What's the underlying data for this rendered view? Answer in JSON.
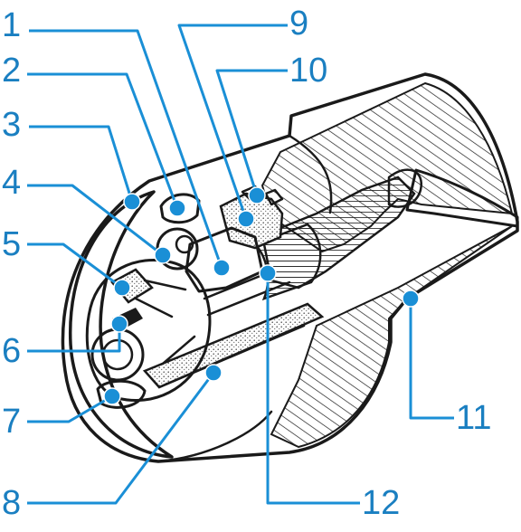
{
  "colors": {
    "label": "#1a7fc1",
    "leader": "#1a8fd6",
    "ink": "#1a1a1a",
    "stipple": "#7a7a7a"
  },
  "labels": [
    {
      "id": "1",
      "text": "1"
    },
    {
      "id": "2",
      "text": "2"
    },
    {
      "id": "3",
      "text": "3"
    },
    {
      "id": "4",
      "text": "4"
    },
    {
      "id": "5",
      "text": "5"
    },
    {
      "id": "6",
      "text": "6"
    },
    {
      "id": "7",
      "text": "7"
    },
    {
      "id": "8",
      "text": "8"
    },
    {
      "id": "9",
      "text": "9"
    },
    {
      "id": "10",
      "text": "10"
    },
    {
      "id": "11",
      "text": "11"
    },
    {
      "id": "12",
      "text": "12"
    }
  ]
}
